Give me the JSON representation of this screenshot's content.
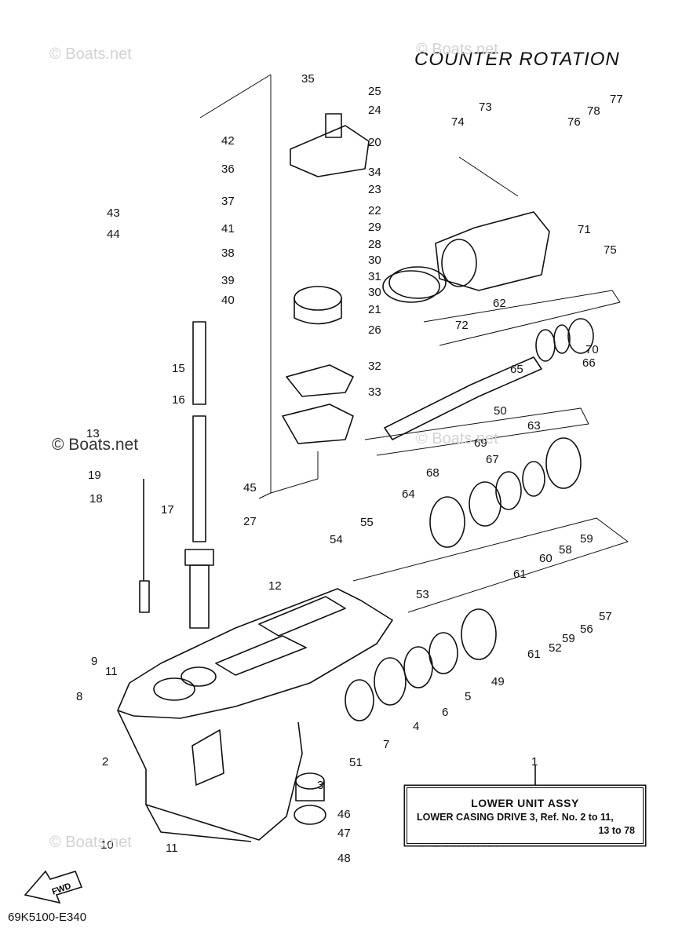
{
  "title": "COUNTER ROTATION",
  "diagram_code": "69K5100-E340",
  "watermarks": [
    "© Boats.net",
    "© Boats.net",
    "© Boats.net",
    "© Boats.net",
    "© Boats.net",
    "© Boats.net"
  ],
  "fwd_label": "FWD",
  "assembly_box": {
    "line1": "LOWER UNIT ASSY",
    "line2": "LOWER CASING DRIVE 3,  Ref. No. 2 to 11,",
    "line3": "13 to 78"
  },
  "callouts": [
    "1",
    "2",
    "3",
    "4",
    "5",
    "6",
    "7",
    "8",
    "9",
    "10",
    "11",
    "11",
    "12",
    "13",
    "15",
    "16",
    "17",
    "18",
    "19",
    "20",
    "21",
    "22",
    "23",
    "24",
    "25",
    "26",
    "27",
    "28",
    "29",
    "30",
    "30",
    "31",
    "32",
    "33",
    "34",
    "35",
    "36",
    "37",
    "38",
    "39",
    "40",
    "41",
    "42",
    "43",
    "44",
    "45",
    "46",
    "47",
    "48",
    "49",
    "50",
    "51",
    "52",
    "53",
    "54",
    "55",
    "56",
    "57",
    "58",
    "59",
    "59",
    "60",
    "61",
    "61",
    "62",
    "63",
    "64",
    "65",
    "66",
    "67",
    "68",
    "69",
    "70",
    "71",
    "72",
    "73",
    "74",
    "75",
    "76",
    "77",
    "78"
  ],
  "colors": {
    "ink": "#111111",
    "watermark": "#d2d2d2"
  }
}
